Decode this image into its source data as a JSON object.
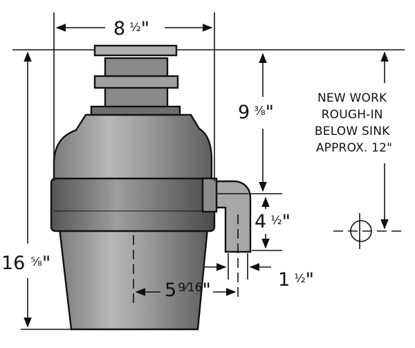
{
  "dimensions": {
    "width_top": {
      "whole": "8",
      "frac": "½",
      "unit": "\""
    },
    "height_total": {
      "whole": "16",
      "frac": "⅝",
      "unit": "\""
    },
    "upper_section": {
      "whole": "9",
      "frac": "⅜",
      "unit": "\""
    },
    "outlet_drop": {
      "whole": "4",
      "frac": "½",
      "unit": "\""
    },
    "center_to_outlet": {
      "whole": "5",
      "frac": "9⁄16",
      "unit": "\""
    },
    "outlet_diameter": {
      "whole": "1",
      "frac": "½",
      "unit": "\""
    }
  },
  "note": {
    "lines": [
      "NEW WORK",
      "ROUGH-IN",
      "BELOW SINK",
      "APPROX. 12\""
    ]
  }
}
